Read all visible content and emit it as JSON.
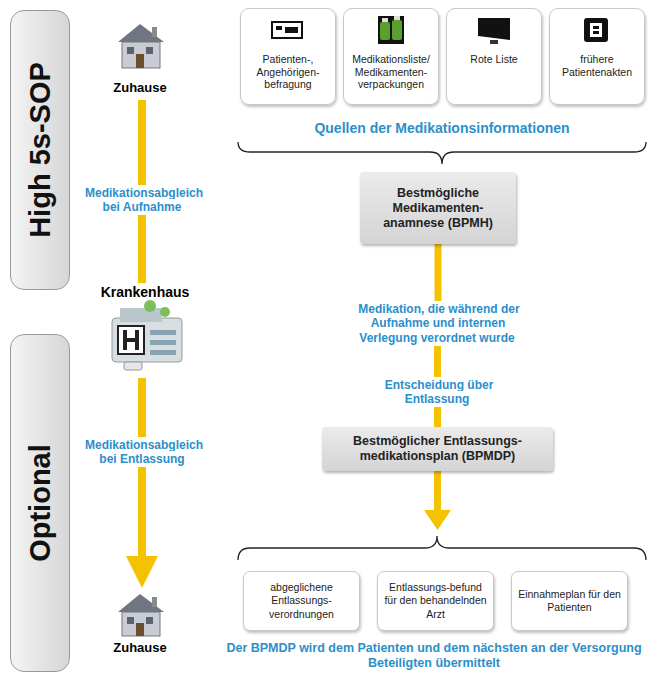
{
  "diagram": {
    "nodes": [
      {
        "text": [
          "High 5s-SOP"
        ]
      },
      {
        "text": [
          "Optional"
        ]
      },
      {
        "text": [
          "Patienten-, Angehörigen-befragung"
        ]
      },
      {
        "text": [
          "Medikationsliste/ Medikamenten-verpackungen"
        ]
      },
      {
        "text": [
          "Rote Liste"
        ]
      },
      {
        "text": [
          "frühere Patientenakten"
        ]
      },
      {
        "text": [
          "Bestmögliche Medikamenten-anamnese (BPMH)"
        ]
      },
      {
        "text": [
          "Bestmöglicher Entlassungs-medikationsplan (BPMDP)"
        ]
      },
      {
        "text": [
          "abgeglichene Entlassungs-verordnungen"
        ]
      },
      {
        "text": [
          "Entlassungs-befund für den behandelnden Arzt"
        ]
      },
      {
        "text": [
          "Einnahmeplan für den Patienten"
        ]
      }
    ],
    "edges": [
      {
        "from": 6,
        "to": 7,
        "arrow": "none",
        "label": "Medikation, die während der Aufnahme und internen Verlegung verordnet wurde"
      }
    ],
    "labels": [
      "Zuhause",
      "Medikationsabgleich bei Aufnahme",
      "Krankenhaus",
      "Medikationsabgleich bei Entlassung",
      "Zuhause",
      "Quellen der Medikationsinformationen",
      "Entscheidung über Entlassung",
      "Der BPMDP wird dem Patienten und dem nächsten an der Versorgung Beteiligten übermittelt"
    ]
  }
}
